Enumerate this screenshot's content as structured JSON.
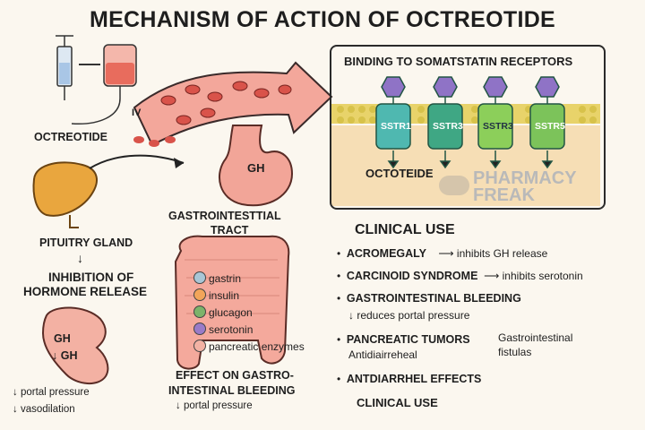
{
  "title": "MECHANISM OF ACTION OF OCTREOTIDE",
  "left": {
    "octreotide_label": "OCTREOTIDE",
    "iv_label": "IV",
    "pituitary_label": "PITUITRY GLAND",
    "arrow_down": "↓",
    "inhibition_line1": "INHIBITION OF",
    "inhibition_line2": "HORMONE RELEASE",
    "gh_small": "GH",
    "gh_down": "↓ GH",
    "effect1": "↓ portal pressure",
    "effect2": "↓ vasodilation"
  },
  "middle": {
    "gh_stomach": "GH",
    "gi_line1": "GASTROINTESTTIAL",
    "gi_line2": "TRACT",
    "legend": [
      {
        "label": "gastrin",
        "color": "#a9c6d6"
      },
      {
        "label": "insulin",
        "color": "#f2a55a"
      },
      {
        "label": "glucagon",
        "color": "#7cb36a"
      },
      {
        "label": "serotonin",
        "color": "#9a7bc8"
      },
      {
        "label": "pancreatic enzymes",
        "color": "#f3b2a4"
      }
    ],
    "effect_line1": "EFFECT ON GASTRO-",
    "effect_line2": "INTESTINAL BLEEDING",
    "effect_line3": "↓ portal pressure"
  },
  "receptors": {
    "heading": "BINDING TO SOMATSTATIN RECEPTORS",
    "items": [
      "SSTR1",
      "SSTR3",
      "SSTR3",
      "SSTR5"
    ],
    "drug_label": "OCTOTEIDE",
    "colors": {
      "receptor1": "#4fb8b0",
      "receptor2": "#3fa784",
      "receptor3": "#8ccf5a",
      "receptor4": "#7cc35a",
      "ligand": "#8f73c6",
      "membrane": "#d8c44a"
    }
  },
  "watermark": {
    "line1": "PHARMACY",
    "line2": "FREAK"
  },
  "clinical": {
    "heading": "CLINICAL USE",
    "rows": [
      {
        "bullet": "•",
        "term": "ACROMEGALY",
        "arrow": "⟶",
        "desc": "inhibits GH release"
      },
      {
        "bullet": "•",
        "term": "CARCINOID SYNDROME",
        "arrow": "⟶",
        "desc": "inhibits serotonin"
      },
      {
        "bullet": "•",
        "term": "GASTROINTESTINAL BLEEDING",
        "arrow": "",
        "desc": ""
      }
    ],
    "bleeding_sub": "↓ reduces portal pressure",
    "pancreatic": {
      "bullet": "•",
      "term": "PANCREATIC TUMORS",
      "sub": "Antidiairreheal",
      "side1": "Gastrointestinal",
      "side2": "fistulas"
    },
    "antidiarrheal": {
      "bullet": "•",
      "term": "ANTDIARRHEL EFFECTS"
    },
    "footer": "CLINICAL USE"
  }
}
